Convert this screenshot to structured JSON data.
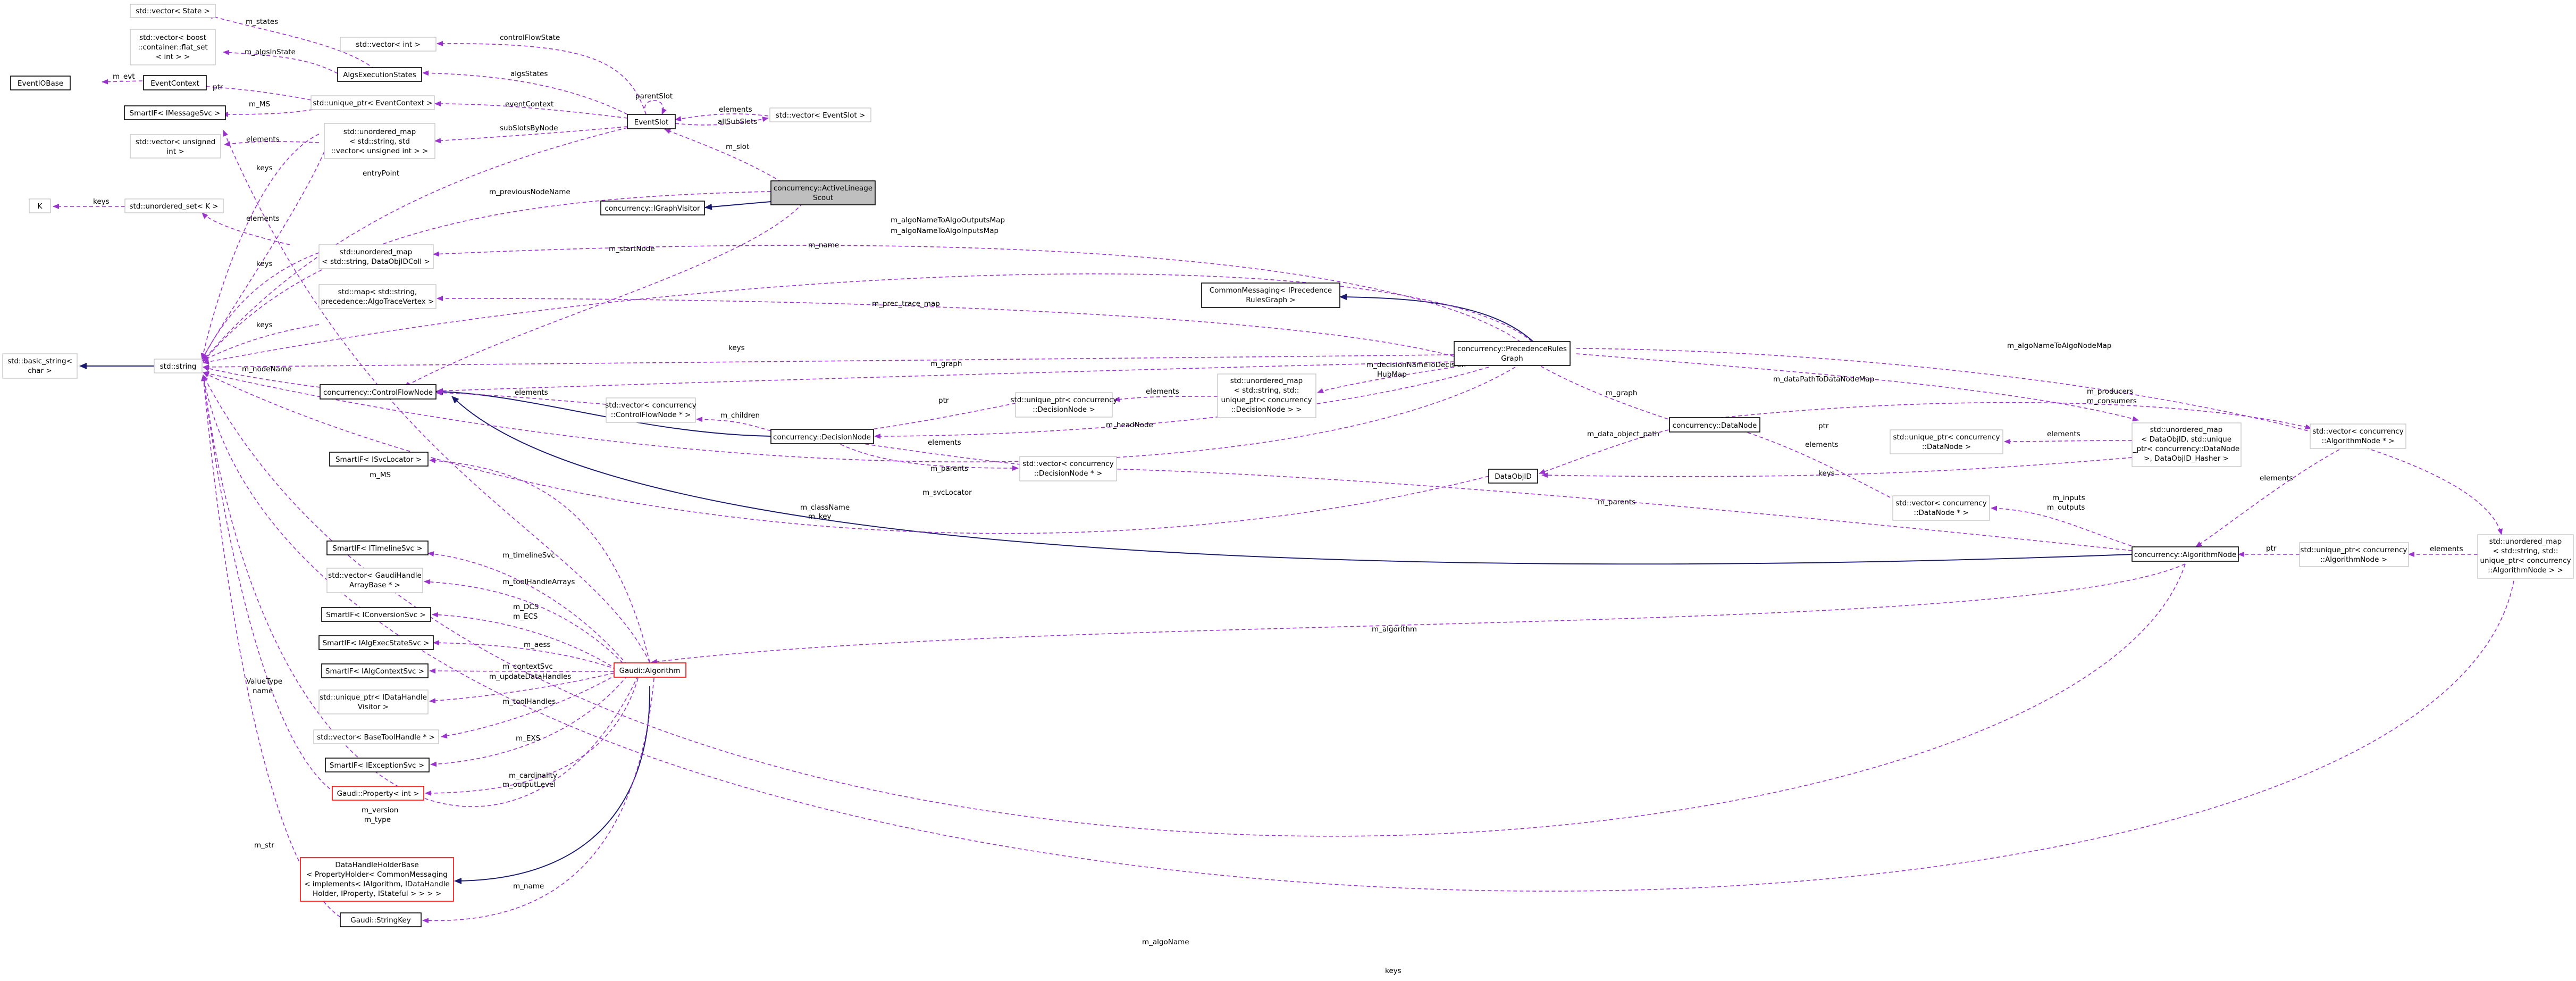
{
  "colors": {
    "usage_edge": "#9a32cd",
    "inheritance_edge": "#191970",
    "focus_fill": "#bfbfbf",
    "external_border": "#bfbfbf",
    "documented_border": "#000000",
    "truncated_border": "#ff0000"
  },
  "nodes": {
    "state_vec": "std::vector< State >",
    "boost_vec_1": "std::vector< boost",
    "boost_vec_2": "::container::flat_set",
    "boost_vec_3": "< int > >",
    "eventiobase": "EventIOBase",
    "eventcontext": "EventContext",
    "smartif_imessagesvc": "SmartIF< IMessageSvc >",
    "vec_unsigned_1": "std::vector< unsigned",
    "vec_unsigned_2": "int >",
    "k": "K",
    "unordered_set_k": "std::unordered_set< K >",
    "basic_string_1": "std::basic_string<",
    "basic_string_2": "char >",
    "std_string": "std::string",
    "vec_int": "std::vector< int >",
    "algsexecutionstates": "AlgsExecutionStates",
    "unique_ptr_eventcontext": "std::unique_ptr< EventContext >",
    "umap_vec_1": "std::unordered_map",
    "umap_vec_2": "< std::string, std",
    "umap_vec_3": "::vector< unsigned int > >",
    "eventslot": "EventSlot",
    "vec_eventslot": "std::vector< EventSlot >",
    "active_lineage_1": "concurrency::ActiveLineage",
    "active_lineage_2": "Scout",
    "igraphvisitor": "concurrency::IGraphVisitor",
    "umap_dataobjidcoll_1": "std::unordered_map",
    "umap_dataobjidcoll_2": "< std::string, DataObjIDColl >",
    "map_tracevertex_1": "std::map< std::string,",
    "map_tracevertex_2": "precedence::AlgoTraceVertex >",
    "controlflownode": "concurrency::ControlFlowNode",
    "vec_cfn_1": "std::vector< concurrency",
    "vec_cfn_2": "::ControlFlowNode * >",
    "unique_ptr_decisionnode_1": "std::unique_ptr< concurrency",
    "unique_ptr_decisionnode_2": "::DecisionNode >",
    "umap_decisionnode_1": "std::unordered_map",
    "umap_decisionnode_2": "< std::string, std::",
    "umap_decisionnode_3": "unique_ptr< concurrency",
    "umap_decisionnode_4": "::DecisionNode > >",
    "decisionnode": "concurrency::DecisionNode",
    "vec_decisionnode_1": "std::vector< concurrency",
    "vec_decisionnode_2": "::DecisionNode * >",
    "iprecedencerulesgraph_1": "CommonMessaging< IPrecedence",
    "iprecedencerulesgraph_2": "RulesGraph >",
    "precedencerulesgraph_1": "concurrency::PrecedenceRules",
    "precedencerulesgraph_2": "Graph",
    "datanode": "concurrency::DataNode",
    "dataobjid": "DataObjID",
    "unique_ptr_datanode_1": "std::unique_ptr< concurrency",
    "unique_ptr_datanode_2": "::DataNode >",
    "umap_dataobjid_1": "std::unordered_map",
    "umap_dataobjid_2": "< DataObjID, std::unique",
    "umap_dataobjid_3": "_ptr< concurrency::DataNode",
    "umap_dataobjid_4": ">, DataObjID_Hasher >",
    "vec_algnodeptr_1": "std::vector< concurrency",
    "vec_algnodeptr_2": "::AlgorithmNode * >",
    "vec_datanodeptr_1": "std::vector< concurrency",
    "vec_datanodeptr_2": "::DataNode * >",
    "algorithmnode": "concurrency::AlgorithmNode",
    "unique_ptr_algnode_1": "std::unique_ptr< concurrency",
    "unique_ptr_algnode_2": "::AlgorithmNode >",
    "umap_algnode_1": "std::unordered_map",
    "umap_algnode_2": "< std::string, std::",
    "umap_algnode_3": "unique_ptr< concurrency",
    "umap_algnode_4": "::AlgorithmNode > >",
    "smartif_isvclocator": "SmartIF< ISvcLocator >",
    "smartif_itimelinesvc": "SmartIF< ITimelineSvc >",
    "vec_gaudihandle_1": "std::vector< GaudiHandle",
    "vec_gaudihandle_2": "ArrayBase * >",
    "smartif_iconversionsvc": "SmartIF< IConversionSvc >",
    "smartif_ialgexecstatesvc": "SmartIF< IAlgExecStateSvc >",
    "smartif_ialgcontextsvc": "SmartIF< IAlgContextSvc >",
    "unique_ptr_datahandlevisitor_1": "std::unique_ptr< IDataHandle",
    "unique_ptr_datahandlevisitor_2": "Visitor >",
    "vec_basetoolhandle": "std::vector< BaseToolHandle * >",
    "smartif_iexceptionsvc": "SmartIF< IExceptionSvc >",
    "gaudi_property_int": "Gaudi::Property< int >",
    "gaudi_algorithm": "Gaudi::Algorithm",
    "datahandleholderbase_1": "DataHandleHolderBase",
    "datahandleholderbase_2": "< PropertyHolder< CommonMessaging",
    "datahandleholderbase_3": "< implements< IAlgorithm, IDataHandle",
    "datahandleholderbase_4": "Holder, IProperty, IStateful > > > >",
    "gaudi_stringkey": "Gaudi::StringKey"
  },
  "edge_labels": {
    "m_states": "m_states",
    "m_algsInState": "m_algsInState",
    "m_evt": "m_evt",
    "ptr_1": "ptr",
    "m_MS_1": "m_MS",
    "elements_1": "elements",
    "keys_1": "keys",
    "keys_k": "keys",
    "elements_2": "elements",
    "keys_2": "keys",
    "keys_3": "keys",
    "m_nodeName": "m_nodeName",
    "controlFlowState": "controlFlowState",
    "parentSlot": "parentSlot",
    "algsStates": "algsStates",
    "eventContext": "eventContext",
    "elements_slot": "elements",
    "allSubSlots": "allSubSlots",
    "subSlotsByNode": "subSlotsByNode",
    "m_slot": "m_slot",
    "entryPoint": "entryPoint",
    "m_previousNodeName": "m_previousNodeName",
    "m_algoNameToAlgoOutputsMap": "m_algoNameToAlgoOutputsMap",
    "m_algoNameToAlgoInputsMap": "m_algoNameToAlgoInputsMap",
    "m_name": "m_name",
    "m_startNode": "m_startNode",
    "m_prec_trace_map": "m_prec_trace_map",
    "keys_4": "keys",
    "m_graph_1": "m_graph",
    "elements_cfn": "elements",
    "ptr_2": "ptr",
    "elements_3": "elements",
    "m_children": "m_children",
    "m_decisionNameToDecisionHubMap_1": "m_decisionNameToDecision",
    "m_decisionNameToDecisionHubMap_2": "HubMap",
    "m_headNode": "m_headNode",
    "elements_4": "elements",
    "m_parents_1": "m_parents",
    "m_svcLocator": "m_svcLocator",
    "m_className": "m_className",
    "m_key": "m_key",
    "m_graph_2": "m_graph",
    "m_data_object_path": "m_data_object_path",
    "ptr_3": "ptr",
    "elements_5": "elements",
    "elements_6": "elements",
    "keys_5": "keys",
    "m_dataPathToDataNodeMap": "m_dataPathToDataNodeMap",
    "m_producers": "m_producers",
    "m_consumers": "m_consumers",
    "elements_7": "elements",
    "m_parents_2": "m_parents",
    "m_inputs": "m_inputs",
    "m_outputs": "m_outputs",
    "ptr_4": "ptr",
    "elements_8": "elements",
    "m_algoNameToAlgoNodeMap": "m_algoNameToAlgoNodeMap",
    "m_algorithm": "m_algorithm",
    "m_MS_2": "m_MS",
    "m_timelineSvc": "m_timelineSvc",
    "m_toolHandleArrays": "m_toolHandleArrays",
    "m_DCS": "m_DCS",
    "m_ECS": "m_ECS",
    "m_aess": "m_aess",
    "m_contextSvc": "m_contextSvc",
    "m_updateDataHandles": "m_updateDataHandles",
    "m_toolHandles": "m_toolHandles",
    "m_EXS": "m_EXS",
    "m_cardinality": "m_cardinality",
    "m_outputLevel": "m_outputLevel",
    "ValueType": "ValueType",
    "name": "name",
    "m_version": "m_version",
    "m_type": "m_type",
    "m_str": "m_str",
    "m_name_2": "m_name",
    "m_algoName": "m_algoName",
    "keys_6": "keys"
  }
}
